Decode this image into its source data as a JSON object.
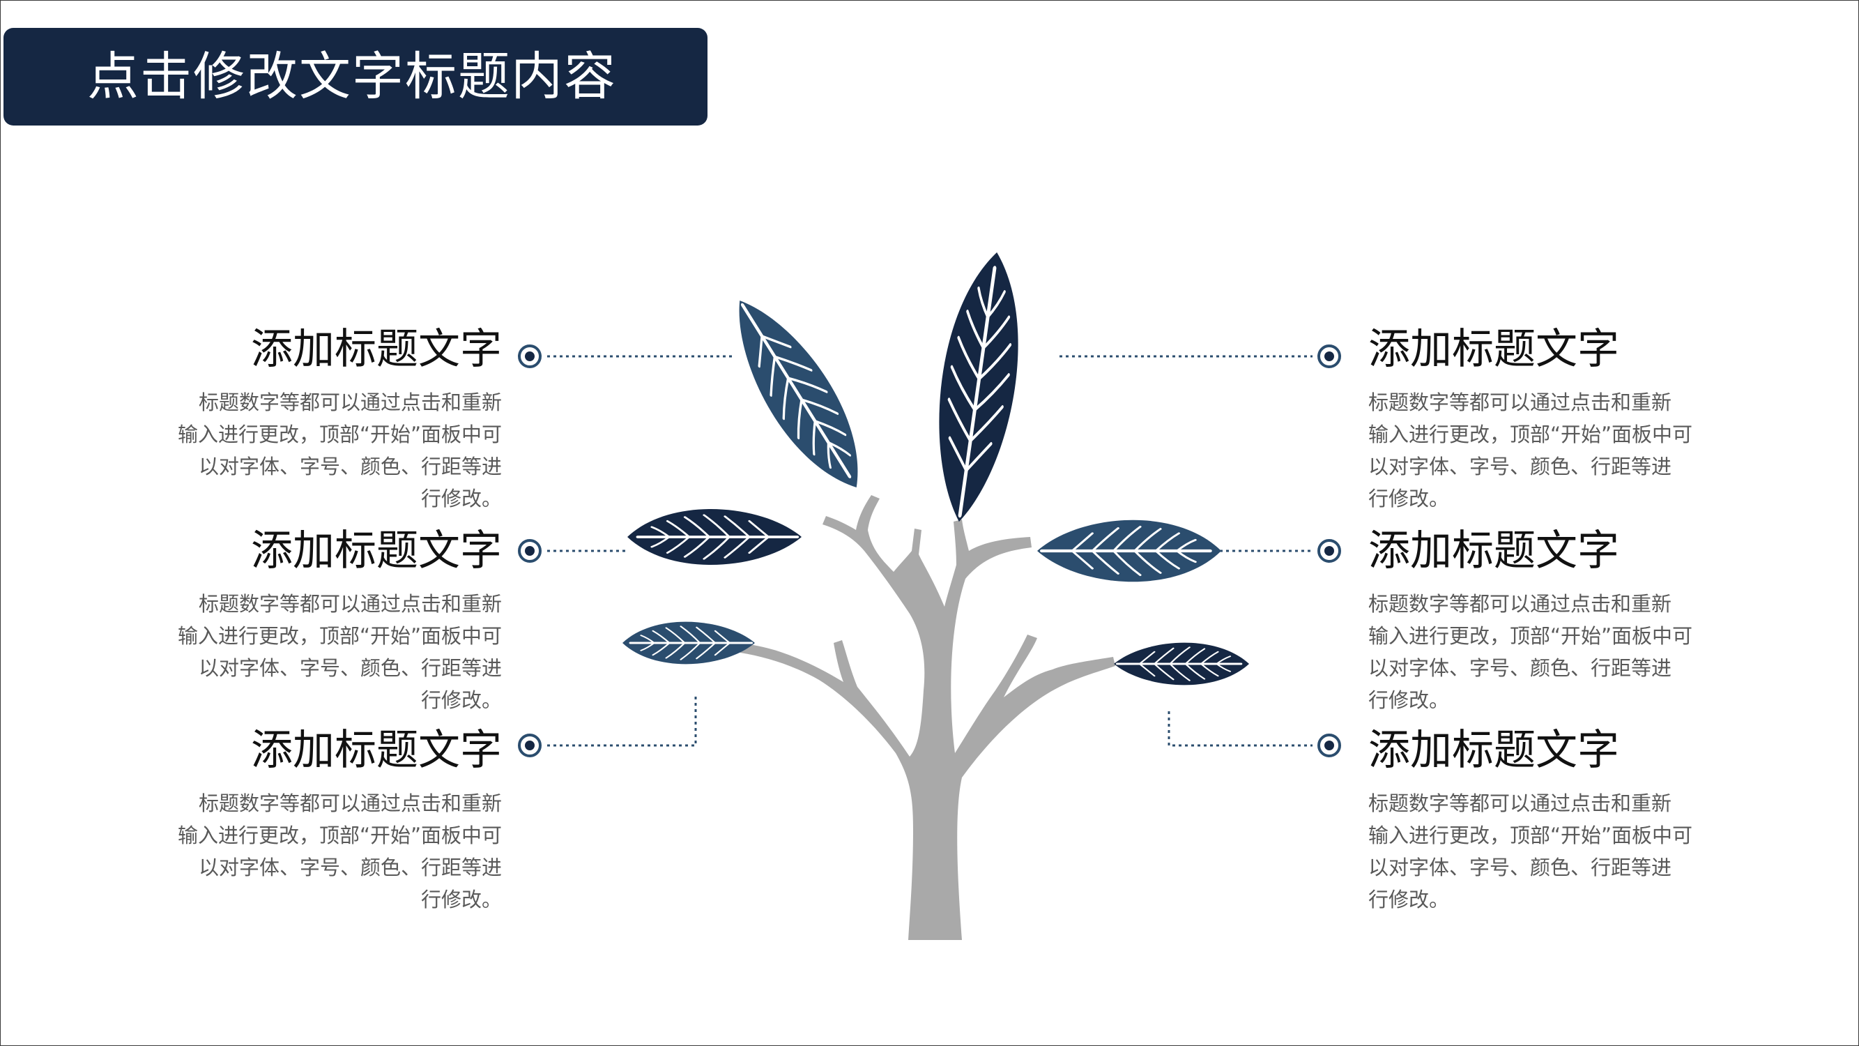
{
  "header": {
    "title": "点击修改文字标题内容"
  },
  "items": [
    {
      "side": "left",
      "title": "添加标题文字",
      "desc_lines": [
        "标题数字等都可以通过点击和重新",
        "输入进行更改，顶部“开始”面板中可",
        "以对字体、字号、颜色、行距等进",
        "行修改。"
      ]
    },
    {
      "side": "left",
      "title": "添加标题文字",
      "desc_lines": [
        "标题数字等都可以通过点击和重新",
        "输入进行更改，顶部“开始”面板中可",
        "以对字体、字号、颜色、行距等进",
        "行修改。"
      ]
    },
    {
      "side": "left",
      "title": "添加标题文字",
      "desc_lines": [
        "标题数字等都可以通过点击和重新",
        "输入进行更改，顶部“开始”面板中可",
        "以对字体、字号、颜色、行距等进",
        "行修改。"
      ]
    },
    {
      "side": "right",
      "title": "添加标题文字",
      "desc_lines": [
        "标题数字等都可以通过点击和重新",
        "输入进行更改，顶部“开始”面板中可",
        "以对字体、字号、颜色、行距等进",
        "行修改。"
      ]
    },
    {
      "side": "right",
      "title": "添加标题文字",
      "desc_lines": [
        "标题数字等都可以通过点击和重新",
        "输入进行更改，顶部“开始”面板中可",
        "以对字体、字号、颜色、行距等进",
        "行修改。"
      ]
    },
    {
      "side": "right",
      "title": "添加标题文字",
      "desc_lines": [
        "标题数字等都可以通过点击和重新",
        "输入进行更改，顶部“开始”面板中可",
        "以对字体、字号、颜色、行距等进",
        "行修改。"
      ]
    }
  ],
  "colors": {
    "banner": "#152743",
    "leaf_dark": "#152743",
    "leaf_mid": "#2b4d6e",
    "trunk": "#a9a9a9",
    "connector": "#2b4d6e"
  }
}
